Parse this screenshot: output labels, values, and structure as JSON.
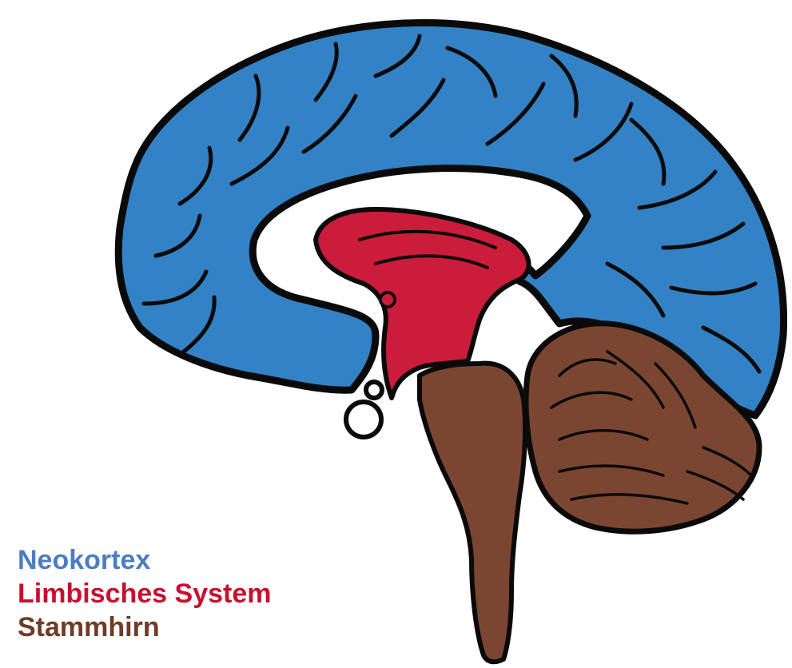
{
  "legend": [
    {
      "label": "Neokortex",
      "color": "#4b7ec1"
    },
    {
      "label": "Limbisches System",
      "color": "#c8102e"
    },
    {
      "label": "Stammhirn",
      "color": "#6e3b24"
    }
  ],
  "region_fills": {
    "neocortex": "#3282c5",
    "limbic_system": "#cc1c3c",
    "brainstem": "#7b4631",
    "outline": "#0a0a0a",
    "background": "#ffffff"
  }
}
